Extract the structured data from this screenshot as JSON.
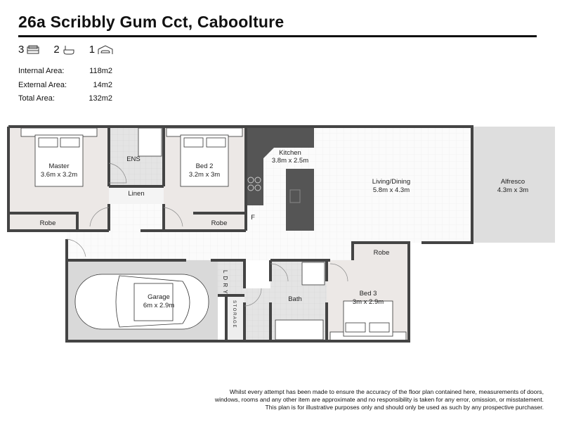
{
  "title": "26a Scribbly Gum Cct, Caboolture",
  "counts": {
    "bedrooms": "3",
    "bathrooms": "2",
    "garages": "1"
  },
  "areas": [
    {
      "label": "Internal Area:",
      "value": "118m2"
    },
    {
      "label": "External Area:",
      "value": "14m2"
    },
    {
      "label": "Total Area:",
      "value": "132m2"
    }
  ],
  "rooms": {
    "master": {
      "name": "Master",
      "size": "3.6m x 3.2m"
    },
    "ens": {
      "name": "ENS"
    },
    "linen": {
      "name": "Linen"
    },
    "bed2": {
      "name": "Bed 2",
      "size": "3.2m x 3m"
    },
    "robe1": {
      "name": "Robe"
    },
    "robe2": {
      "name": "Robe"
    },
    "robe3": {
      "name": "Robe"
    },
    "kitchen": {
      "name": "Kitchen",
      "size": "3.8m x 2.5m"
    },
    "fridge": {
      "name": "F"
    },
    "living": {
      "name": "Living/Dining",
      "size": "5.8m x 4.3m"
    },
    "alfresco": {
      "name": "Alfresco",
      "size": "4.3m x 3m"
    },
    "garage": {
      "name": "Garage",
      "size": "6m x 2.9m"
    },
    "ldry": {
      "name": "L D R Y"
    },
    "storage": {
      "name": "S T O R A G E"
    },
    "bath": {
      "name": "Bath"
    },
    "bed3": {
      "name": "Bed 3",
      "size": "3m x 2.9m"
    }
  },
  "disclaimer": [
    "Whilst every attempt has been made to ensure the accuracy of the floor plan contained here, measurements of doors,",
    "windows, rooms and any other item are approximate and no responsibility is taken for any error, omission, or misstatement.",
    "This plan is for illustrative purposes only and should only be used as such by any prospective purchaser."
  ]
}
